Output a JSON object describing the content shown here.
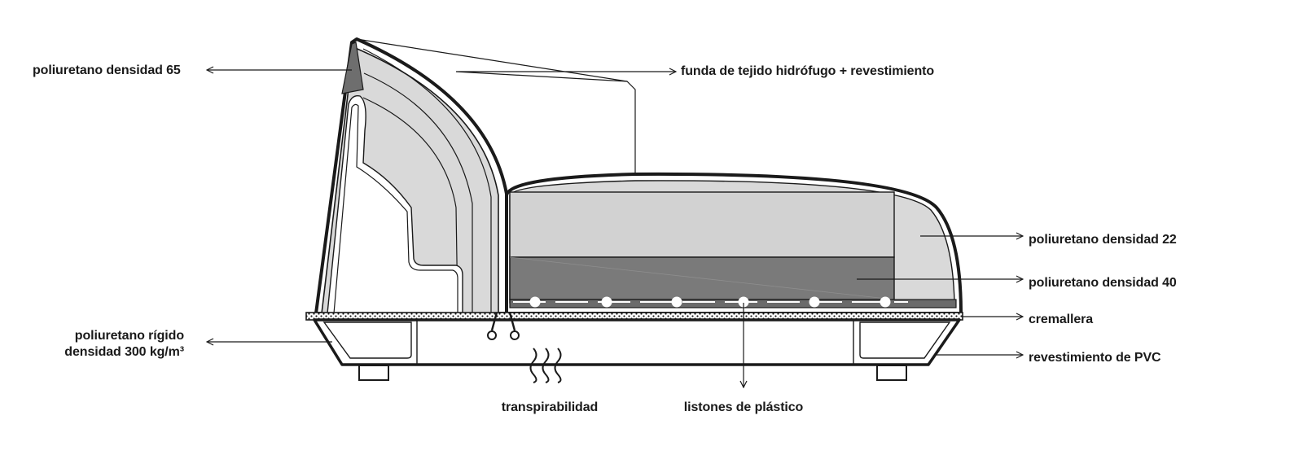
{
  "colors": {
    "outline": "#1a1a1a",
    "foam_light": "#d9d9d9",
    "foam_mid": "#c6c6c6",
    "foam_dark": "#7a7a7a",
    "background": "#ffffff"
  },
  "labels": {
    "pu65": "poliuretano densidad 65",
    "funda": "funda de tejido hidrófugo + revestimiento",
    "pu22": "poliuretano densidad 22",
    "pu40": "poliuretano densidad 40",
    "cremallera": "cremallera",
    "rigido_line1": "poliuretano rígido",
    "rigido_line2": "densidad 300 kg/m³",
    "pvc": "revestimiento de PVC",
    "transpirabilidad": "transpirabilidad",
    "listones": "listones de plástico"
  }
}
